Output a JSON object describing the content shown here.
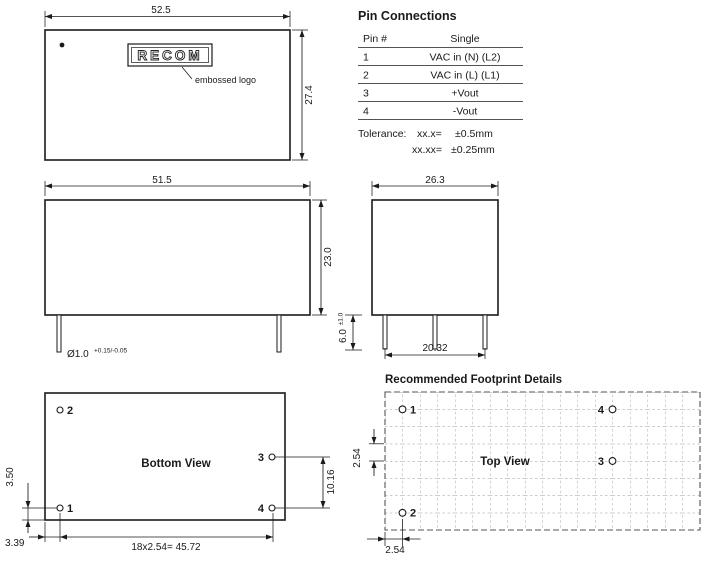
{
  "top_view": {
    "width": "52.5",
    "height": "27.4",
    "logo": "RECOM",
    "logo_note": "embossed logo"
  },
  "pin_connections": {
    "title": "Pin Connections",
    "header": {
      "pin": "Pin #",
      "type": "Single"
    },
    "rows": [
      {
        "pin": "1",
        "fn": "VAC in (N) (L2)"
      },
      {
        "pin": "2",
        "fn": "VAC in (L) (L1)"
      },
      {
        "pin": "3",
        "fn": "+Vout"
      },
      {
        "pin": "4",
        "fn": "-Vout"
      }
    ],
    "tolerance": {
      "label": "Tolerance:",
      "t1_key": "xx.x=",
      "t1_val": "±0.5mm",
      "t2_key": "xx.xx=",
      "t2_val": "±0.25mm"
    }
  },
  "front_view": {
    "width": "51.5",
    "height": "23.0",
    "pin_dia": "Ø1.0",
    "pin_dia_tol": "+0.15/-0.05"
  },
  "end_view": {
    "width": "26.3",
    "pin_len": "6.0",
    "pin_len_tol": "±1.0",
    "pin_span": "20.32"
  },
  "bottom_view": {
    "label": "Bottom View",
    "pins": {
      "p1": "1",
      "p2": "2",
      "p3": "3",
      "p4": "4"
    },
    "dim_left_v": "3.50",
    "dim_left_h": "3.39",
    "dim_pitch": "18x2.54= 45.72",
    "dim_right": "10.16"
  },
  "footprint": {
    "title": "Recommended Footprint Details",
    "label": "Top View",
    "pins": {
      "p1": "1",
      "p2": "2",
      "p3": "3",
      "p4": "4"
    },
    "dim_left": "2.54",
    "dim_bottom": "2.54"
  },
  "colors": {
    "line": "#1a1a1a",
    "grid": "#9a9a9a"
  }
}
